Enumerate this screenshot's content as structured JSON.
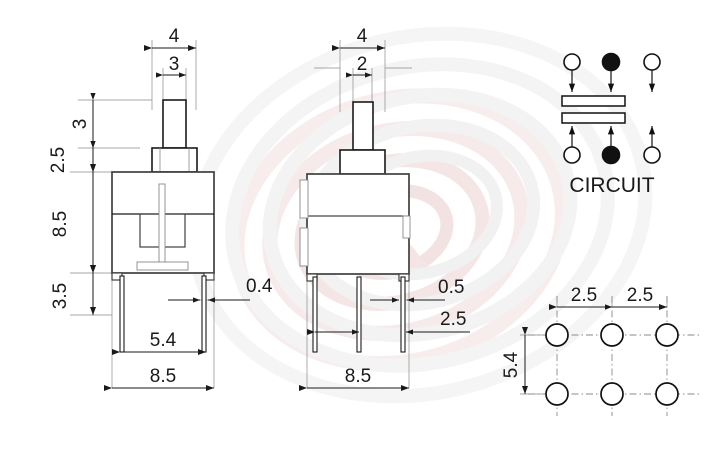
{
  "document": {
    "type": "mechanical-drawing",
    "subject": "push-button switch",
    "units": "mm",
    "background_color": "#ffffff",
    "line_color": "#1a1a1a",
    "watermark_colors": [
      "#f0dcdc",
      "#eeeeee"
    ]
  },
  "views": {
    "front": {
      "name": "front-view",
      "dimensions": {
        "plunger_width": "3",
        "collar_width": "4",
        "plunger_height": "3",
        "collar_height": "2.5",
        "body_height": "8.5",
        "pin_length": "3.5",
        "pin_thickness": "0.4",
        "pin_span": "5.4",
        "body_width": "8.5"
      }
    },
    "side": {
      "name": "side-view",
      "dimensions": {
        "plunger_width": "2",
        "collar_width": "4",
        "pin_thickness": "0.5",
        "pin_pitch": "2.5",
        "body_width": "8.5"
      }
    },
    "circuit": {
      "name": "circuit-diagram",
      "label": "CIRCUIT",
      "top_terminals": [
        "open",
        "filled",
        "open"
      ],
      "bottom_terminals": [
        "open",
        "filled",
        "open"
      ],
      "contact_bars": 2
    },
    "footprint": {
      "name": "pcb-footprint",
      "rows": 2,
      "columns": 3,
      "pitch_x_1": "2.5",
      "pitch_x_2": "2.5",
      "pitch_y": "5.4"
    }
  },
  "labels": {
    "fv_4": "4",
    "fv_3": "3",
    "fv_h3": "3",
    "fv_h25": "2.5",
    "fv_h85": "8.5",
    "fv_h35": "3.5",
    "fv_04": "0.4",
    "fv_54": "5.4",
    "fv_85": "8.5",
    "sv_4": "4",
    "sv_2": "2",
    "sv_05": "0.5",
    "sv_25": "2.5",
    "sv_85": "8.5",
    "circuit_title": "CIRCUIT",
    "fp_25a": "2.5",
    "fp_25b": "2.5",
    "fp_54": "5.4"
  }
}
